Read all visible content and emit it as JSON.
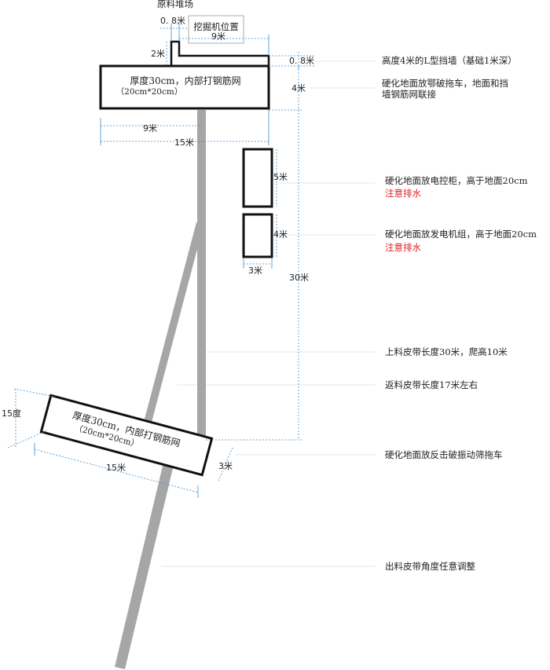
{
  "top_labels": {
    "material_pile": "原料堆场",
    "excavator_position": "挖掘机位置"
  },
  "dimensions": {
    "d_0_8_top": "0. 8米",
    "d_9_top": "9米",
    "d_2": "2米",
    "d_0_8_right": "0. 8米",
    "d_4_platform": "4米",
    "d_9_bottom": "9米",
    "d_15_bottom": "15米",
    "d_5_cabinet": "5米",
    "d_4_generator": "4米",
    "d_3_width": "3米",
    "d_30_total": "30米",
    "d_15_degree": "15度",
    "d_15_lower": "15米",
    "d_3_lower": "3米"
  },
  "top_platform": {
    "line1": "厚度30cm，内部打钢筋网",
    "line2": "（20cm*20cm）"
  },
  "lower_platform": {
    "line1": "厚度30cm，内部打钢筋网",
    "line2": "（20cm*20cm）"
  },
  "notes": {
    "retaining_wall": "高度4米的L型挡墙（基础1米深）",
    "crusher_line1": "硬化地面放鄂破拖车，地面和挡",
    "crusher_line2": "墙钢筋网联接",
    "cabinet_line1": "硬化地面放电控柜，高于地面20cm",
    "cabinet_warn": "注意排水",
    "generator_line1": "硬化地面放发电机组，高于地面20cm",
    "generator_warn": "注意排水",
    "feed_belt": "上料皮带长度30米，爬高10米",
    "return_belt": "返料皮带长度17米左右",
    "screen_trailer": "硬化地面放反击破振动筛拖车",
    "output_belt": "出料皮带角度任意调整"
  }
}
